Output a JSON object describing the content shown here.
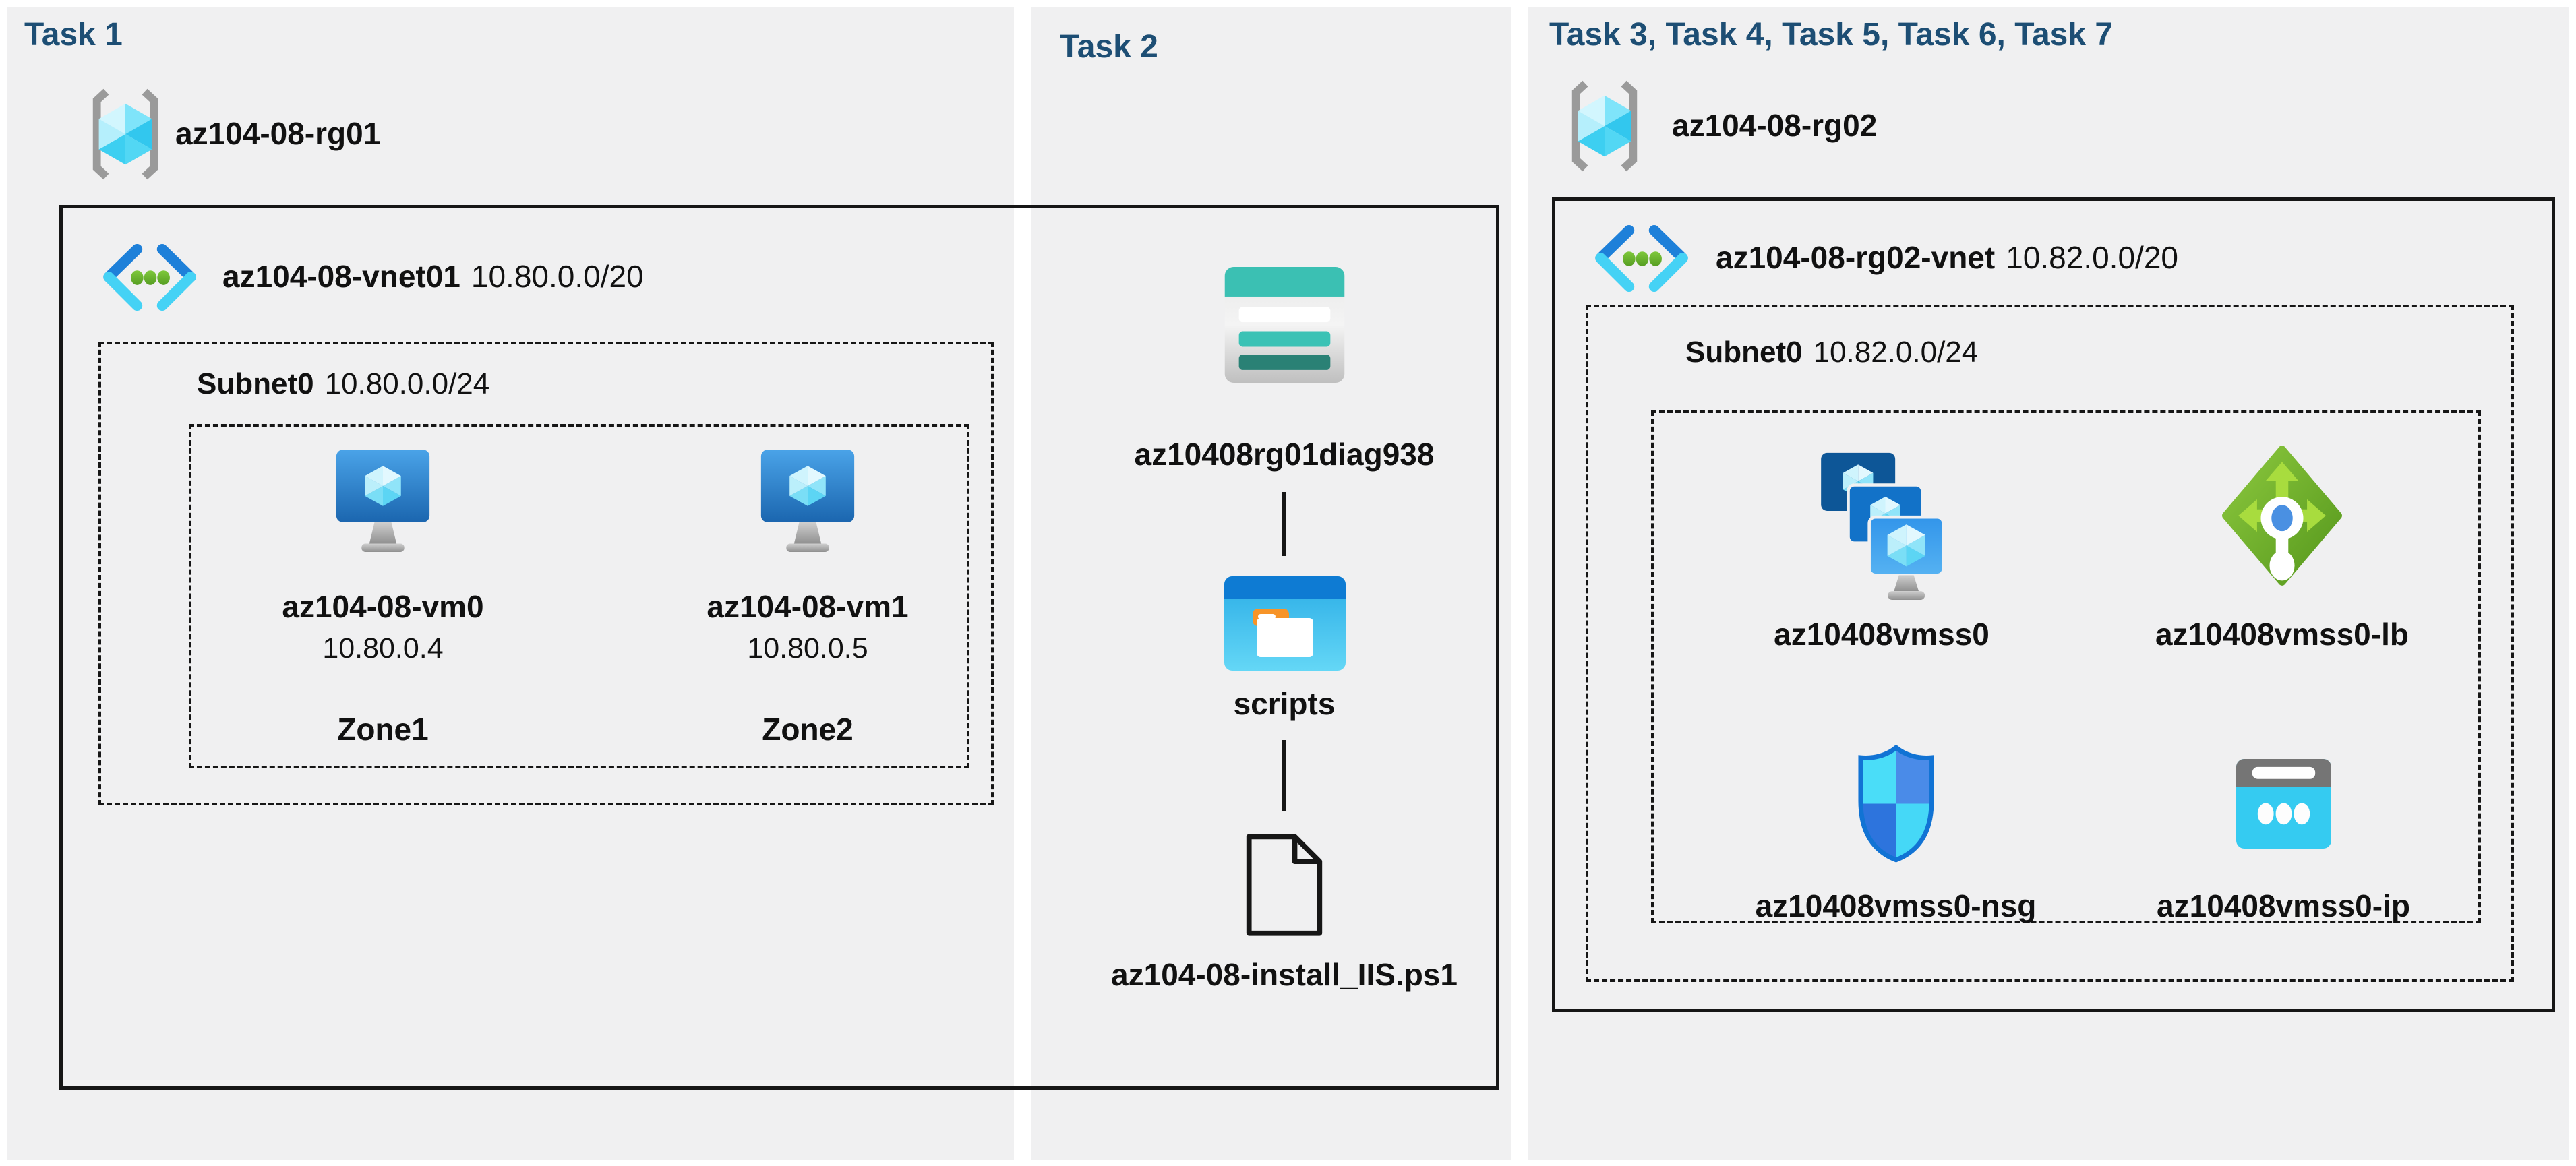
{
  "colors": {
    "title_blue": "#1d4e74",
    "panel_bg": "#f0f0f1",
    "border": "#161616",
    "vnet_teal": "#45d2f5",
    "storage_teal": "#3bc0b3",
    "lb_green": "#76b82e"
  },
  "task1": {
    "title": "Task 1",
    "resource_group": {
      "name": "az104-08-rg01"
    },
    "vnet": {
      "name": "az104-08-vnet01",
      "cidr": "10.80.0.0/20"
    },
    "subnet": {
      "name": "Subnet0",
      "cidr": "10.80.0.0/24"
    },
    "vms": [
      {
        "name": "az104-08-vm0",
        "ip": "10.80.0.4",
        "zone": "Zone1"
      },
      {
        "name": "az104-08-vm1",
        "ip": "10.80.0.5",
        "zone": "Zone2"
      }
    ]
  },
  "task2": {
    "title": "Task 2",
    "storage_account": {
      "name": "az10408rg01diag938"
    },
    "folder": {
      "name": "scripts"
    },
    "script_file": {
      "name": "az104-08-install_IIS.ps1"
    }
  },
  "task3": {
    "title": "Task 3, Task 4, Task 5, Task 6, Task 7",
    "resource_group": {
      "name": "az104-08-rg02"
    },
    "vnet": {
      "name": "az104-08-rg02-vnet",
      "cidr": "10.82.0.0/20"
    },
    "subnet": {
      "name": "Subnet0",
      "cidr": "10.82.0.0/24"
    },
    "vmss": {
      "name": "az10408vmss0"
    },
    "load_balancer": {
      "name": "az10408vmss0-lb"
    },
    "nsg": {
      "name": "az10408vmss0-nsg"
    },
    "public_ip": {
      "name": "az10408vmss0-ip"
    }
  }
}
